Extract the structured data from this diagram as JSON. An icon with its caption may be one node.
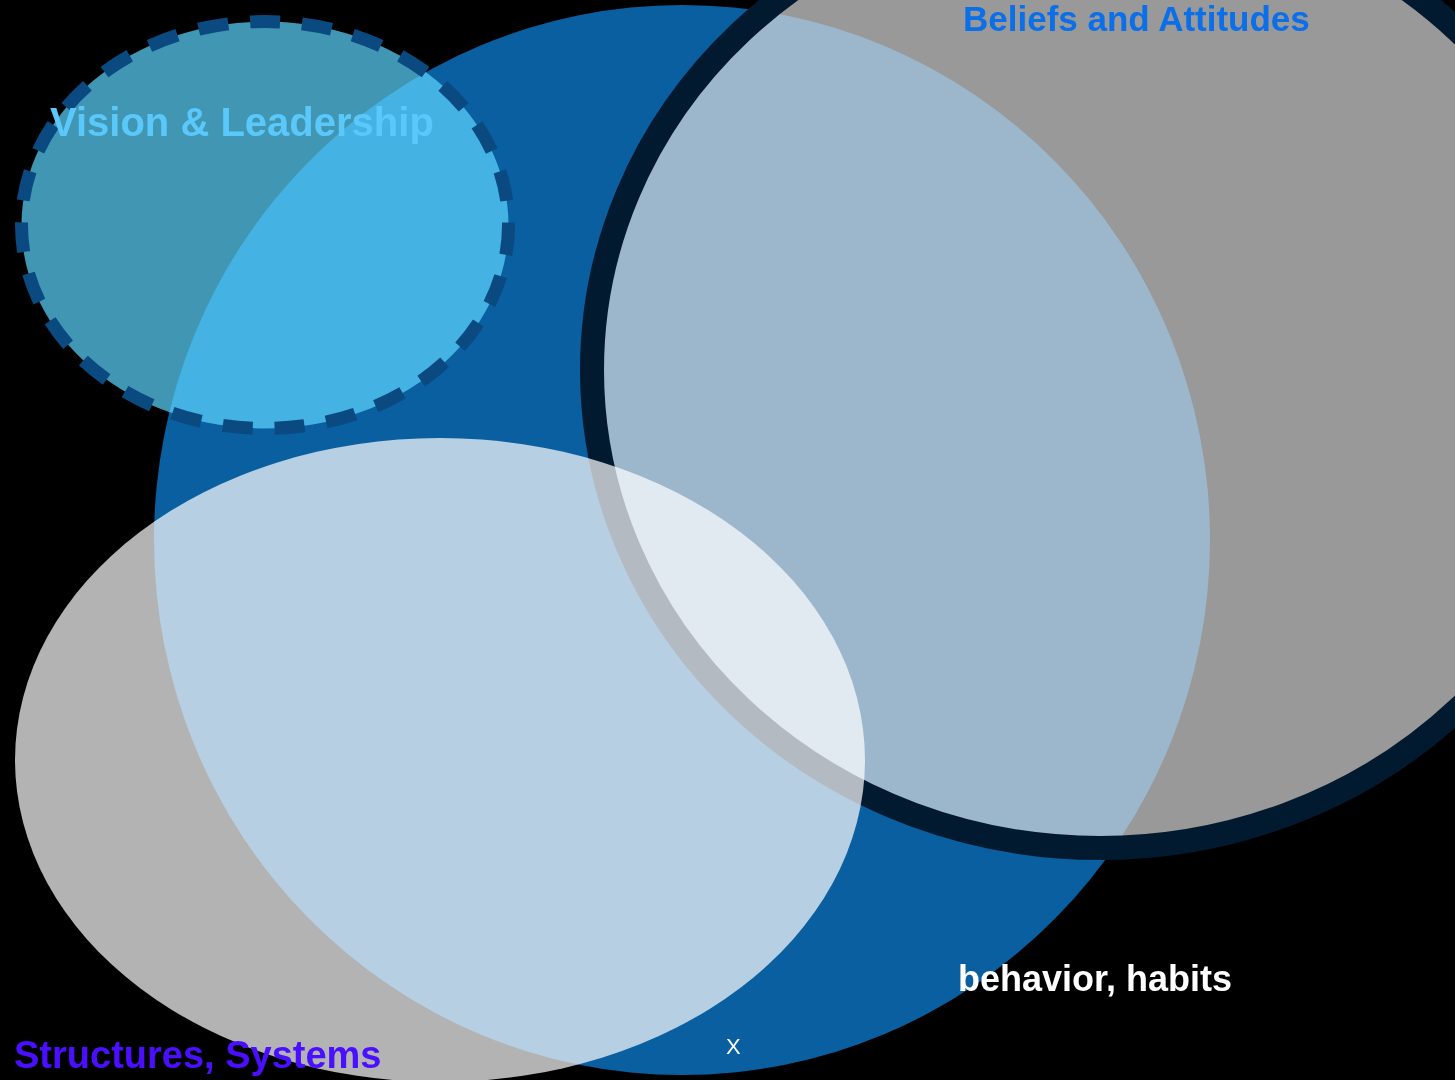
{
  "diagram": {
    "nodes": [
      {
        "text": [
          "Beliefs and Attitudes"
        ]
      },
      {
        "text": [
          "Vision & Leadership"
        ]
      },
      {
        "text": [
          "behavior, habits"
        ]
      },
      {
        "text": [
          "Structures, Systems"
        ]
      }
    ],
    "labels": [
      "X"
    ]
  }
}
